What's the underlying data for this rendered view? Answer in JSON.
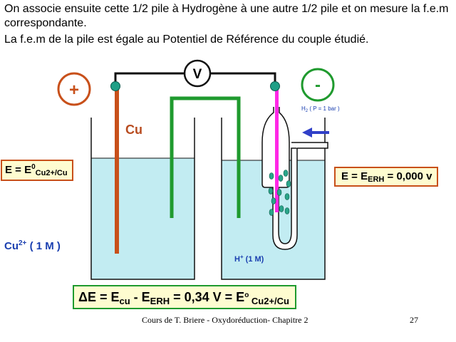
{
  "intro": {
    "line1": "On associe ensuite cette 1/2 pile à Hydrogène à une autre 1/2 pile et on mesure la f.e.m correspondante.",
    "line2": "La f.e.m de la pile est égale au Potentiel de Référence du couple étudié."
  },
  "circuit": {
    "voltmeter": "V",
    "plus": "+",
    "minus": "-"
  },
  "labels": {
    "cu": "Cu",
    "cu2_base": "Cu",
    "cu2_charge": "2+",
    "cu2_conc": " ( 1 M )",
    "h_base": "H",
    "h_charge": "+",
    "h_conc": "  (1 M)",
    "h2_base": "H",
    "h2_index": "2",
    "h2_pressure": " ( P = 1 bar )"
  },
  "left_box": {
    "prefix": "E = E",
    "sup": "0",
    "sub": "Cu2+/Cu"
  },
  "right_box": {
    "prefix": "E = E",
    "sub": "ERH",
    "suffix": " = 0,000 v"
  },
  "result": {
    "delta": "Δ",
    "part1": "E = E",
    "sub1": "cu",
    "part2": " - E",
    "sub2": "ERH",
    "part3": " = 0,34 V = E",
    "sup3": "o",
    "sub3": " Cu2+/Cu"
  },
  "footer": {
    "text": "Cours de T. Briere - Oxydoréduction- Chapitre 2",
    "page": "27"
  },
  "colors": {
    "orange_brown": "#c8501a",
    "green": "#1f9a2e",
    "teal_terminal": "#1f9f86",
    "water": "#c2ecf2",
    "magenta": "#ff28e6",
    "blue": "#1a3fb0",
    "arrow": "#3140c8",
    "box_fill": "#fefcd0"
  }
}
